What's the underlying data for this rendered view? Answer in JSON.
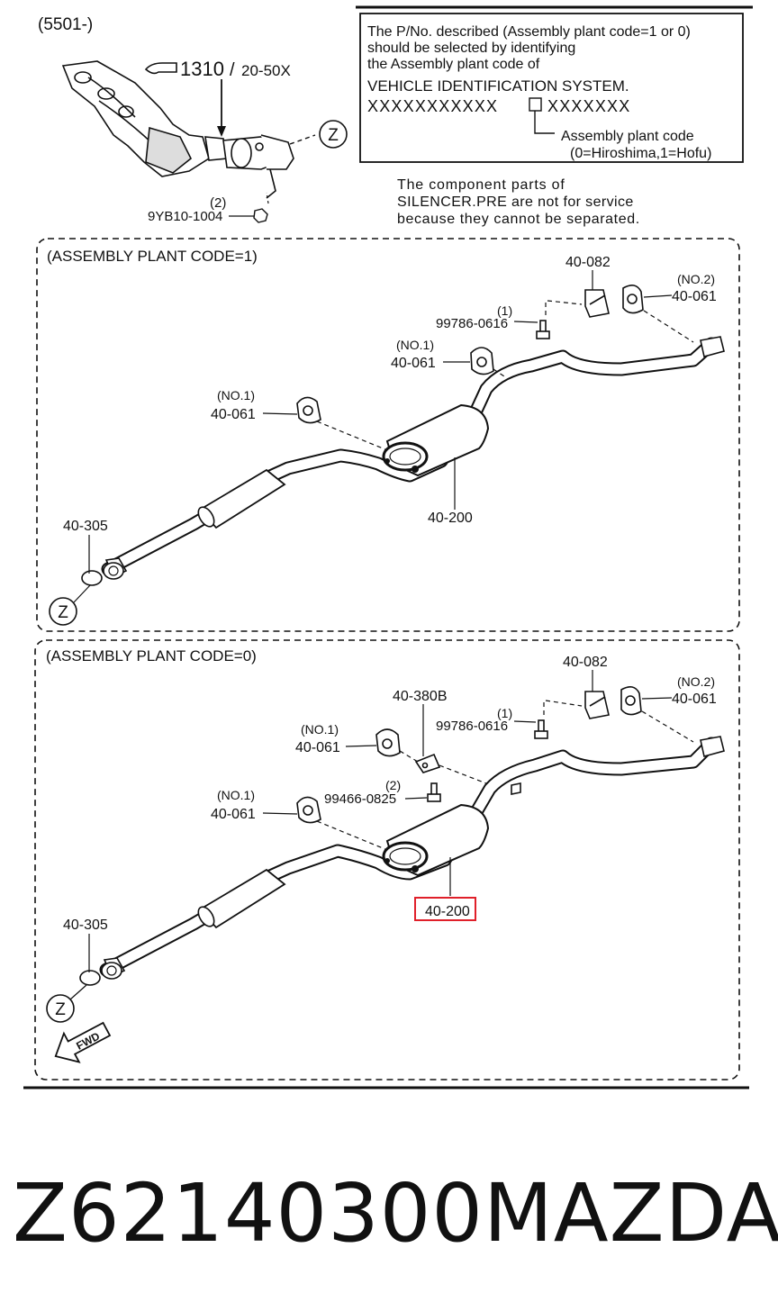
{
  "diagram": {
    "section_code": "(5501-)",
    "manifold_ref": "1310",
    "manifold_range": "20-50X",
    "nut_qty": "(2)",
    "nut_part": "9YB10-1004",
    "connector_symbol": "Z",
    "note": {
      "lines": [
        "The P/No. described (Assembly plant code=1 or 0)",
        "should be selected by identifying",
        "the Assembly plant code of",
        "VEHICLE IDENTIFICATION SYSTEM."
      ],
      "vin_left": "XXXXXXXXXXX",
      "vin_right": "XXXXXXX",
      "plant_label": "Assembly plant code",
      "plant_values": "(0=Hiroshima,1=Hofu)"
    },
    "service_note": [
      "The component parts of",
      "SILENCER.PRE are not for service",
      "because they cannot be separated."
    ],
    "panel_1": {
      "title": "(ASSEMBLY PLANT CODE=1)",
      "labels": {
        "bracket": "40-082",
        "hanger_no2_qty": "(NO.2)",
        "hanger_no2": "40-061",
        "bolt_qty": "(1)",
        "bolt": "99786-0616",
        "hanger_mid_qty": "(NO.1)",
        "hanger_mid": "40-061",
        "hanger_left_qty": "(NO.1)",
        "hanger_left": "40-061",
        "silencer": "40-200",
        "gasket": "40-305"
      }
    },
    "panel_0": {
      "title": "(ASSEMBLY PLANT CODE=0)",
      "labels": {
        "bracket": "40-082",
        "hanger_no2_qty": "(NO.2)",
        "hanger_no2": "40-061",
        "bracket_b": "40-380B",
        "bolt_qty": "(1)",
        "bolt": "99786-0616",
        "hanger_mid_qty": "(NO.1)",
        "hanger_mid": "40-061",
        "bolt2_qty": "(2)",
        "bolt2": "99466-0825",
        "hanger_left_qty": "(NO.1)",
        "hanger_left": "40-061",
        "silencer": "40-200",
        "gasket": "40-305"
      },
      "highlight_color": "#e0202a"
    },
    "fwd_label": "FWD"
  },
  "caption": {
    "part_number": "Z62140300",
    "brand": "MAZDA"
  }
}
